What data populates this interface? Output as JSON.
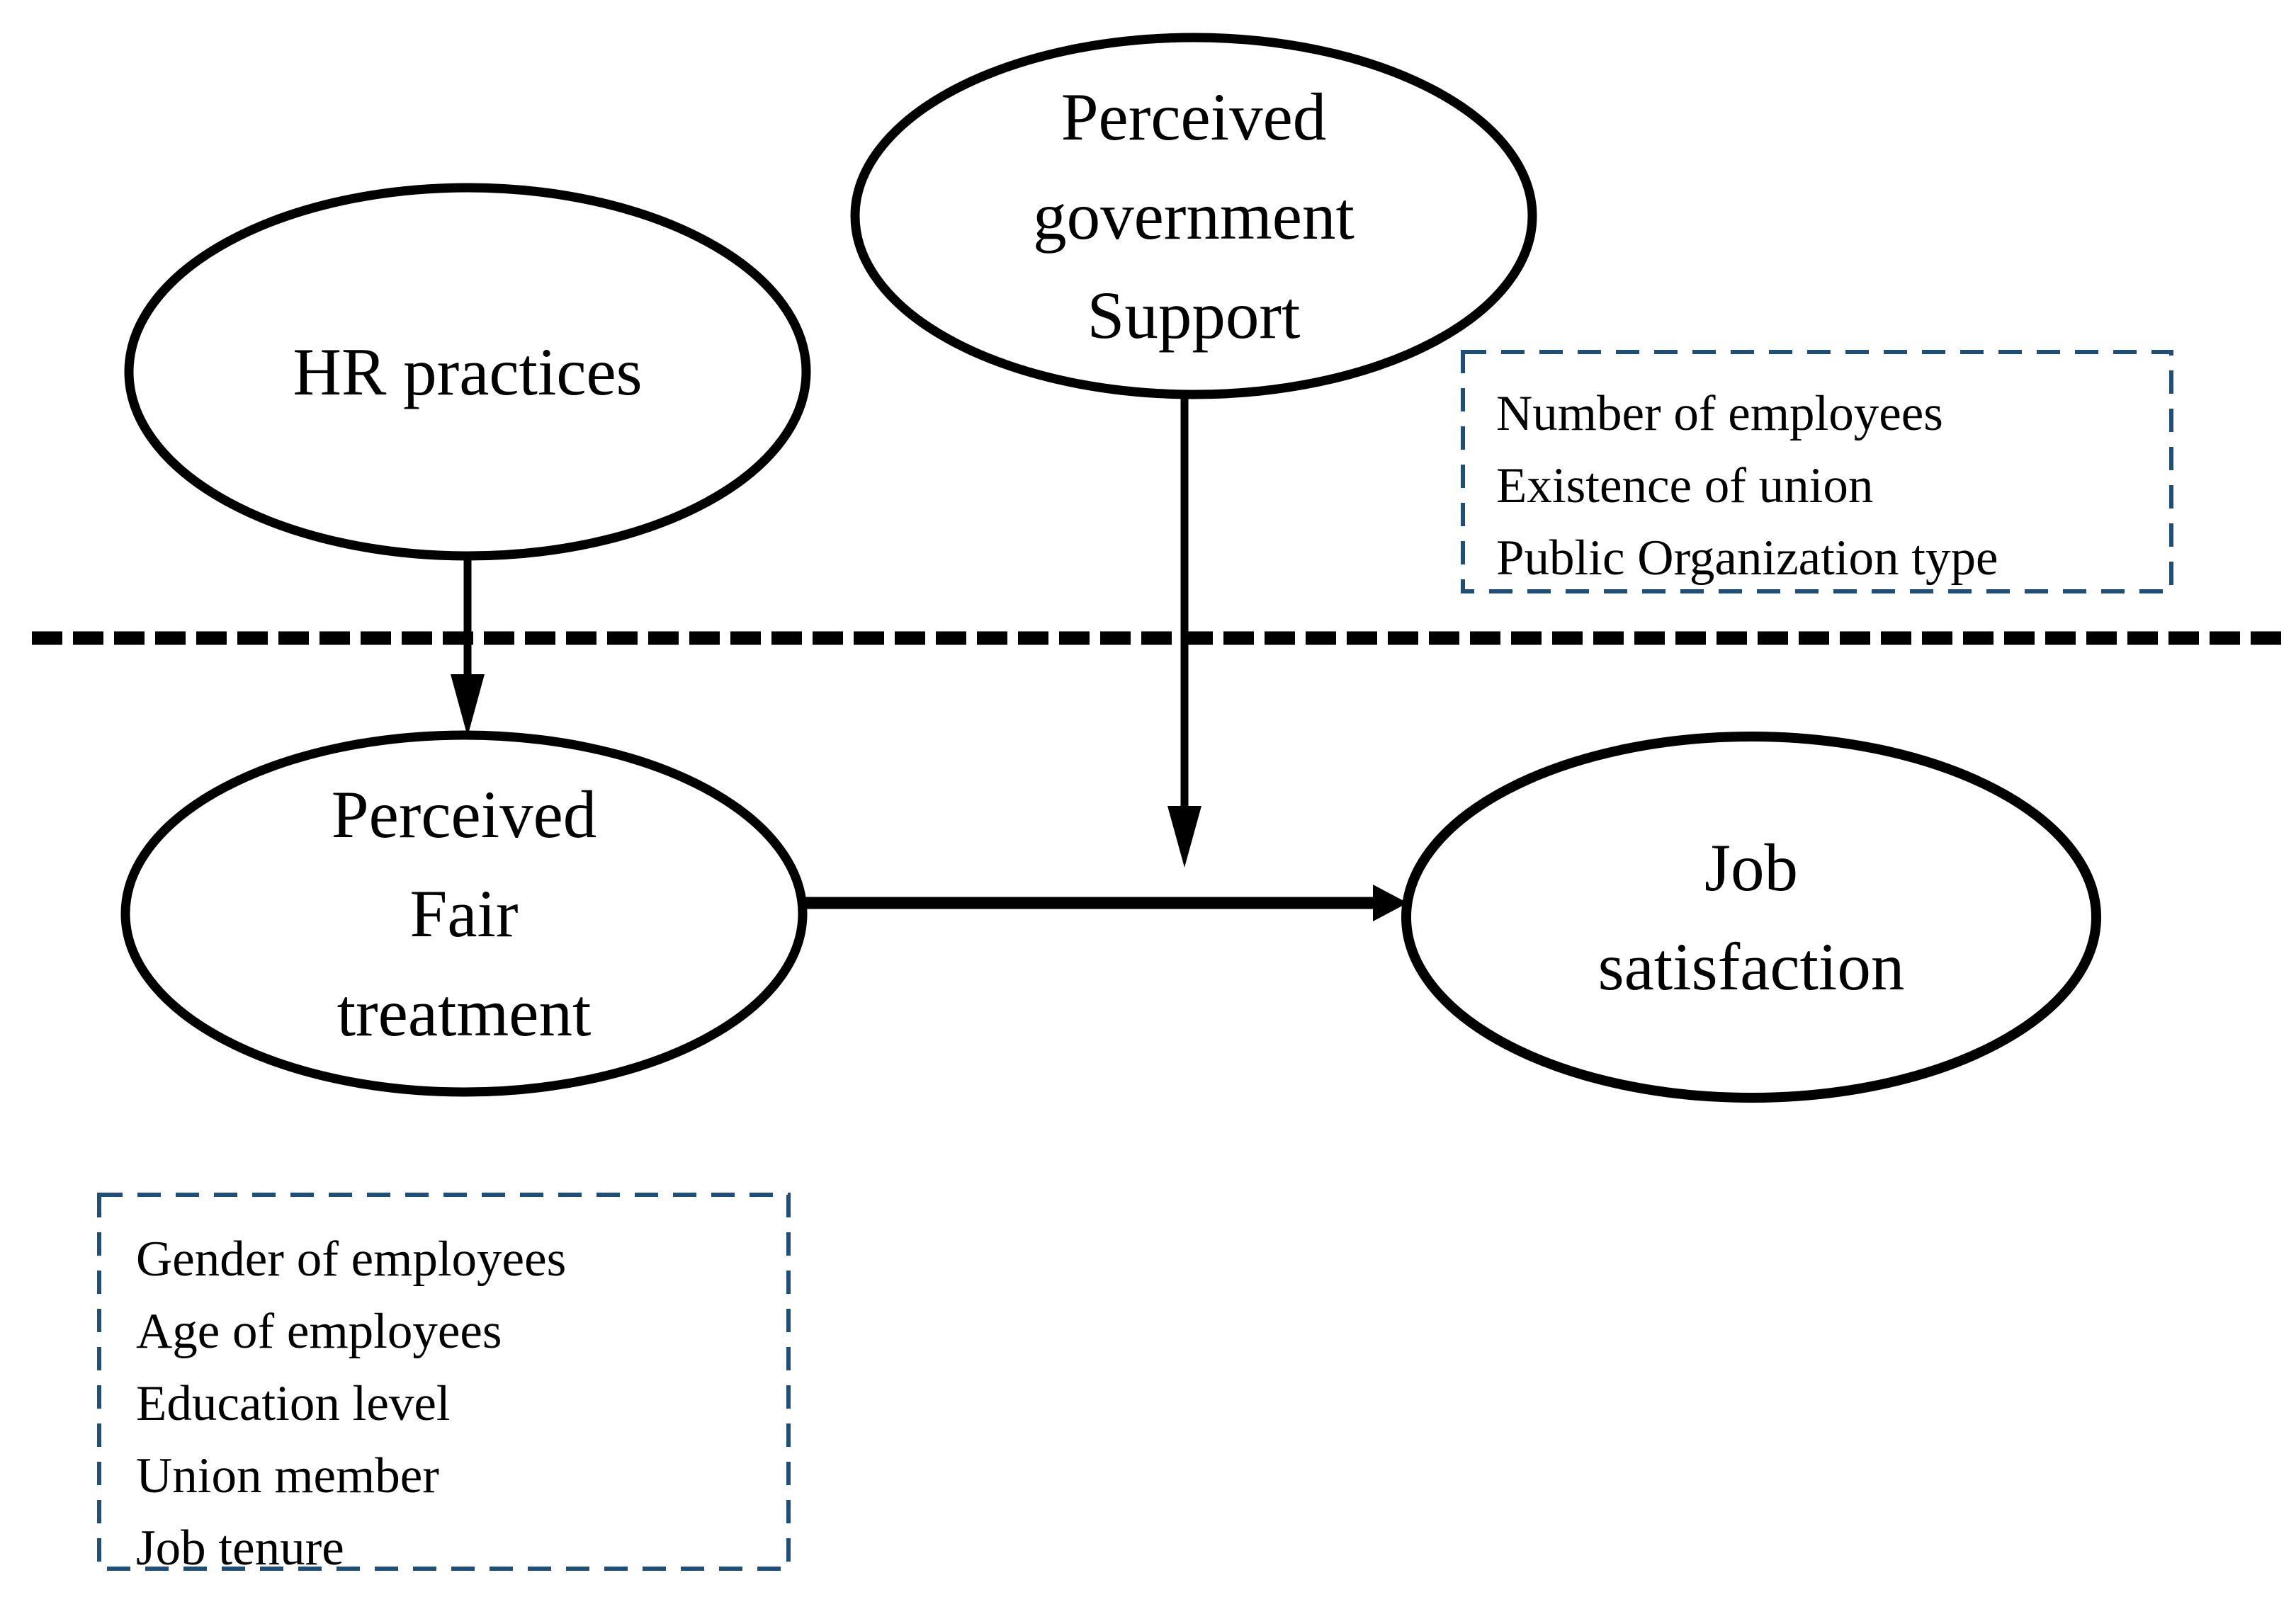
{
  "diagram": {
    "title_hint": "Research model: HR practices and perceived government support on job satisfaction",
    "nodes": {
      "hr_practices": {
        "label": "HR practices"
      },
      "perceived_government_support": {
        "label": "Perceived\ngovernment\nSupport"
      },
      "perceived_fair_treatment": {
        "label": "Perceived\nFair\ntreatment"
      },
      "job_satisfaction": {
        "label": "Job\nsatisfaction"
      }
    },
    "edges": [
      {
        "from": "hr_practices",
        "to": "perceived_fair_treatment",
        "style": "solid-arrow"
      },
      {
        "from": "perceived_government_support",
        "to": "path_fair_treatment_to_job_satisfaction",
        "style": "solid-arrow"
      },
      {
        "from": "perceived_fair_treatment",
        "to": "job_satisfaction",
        "style": "solid-arrow"
      }
    ],
    "separator": {
      "style": "dashed-horizontal-line",
      "color": "#000000"
    },
    "control_boxes": {
      "organization_controls": {
        "items": [
          "Number of employees",
          "Existence of union",
          "Public Organization type"
        ]
      },
      "employee_controls": {
        "items": [
          "Gender of employees",
          "Age of employees",
          "Education level",
          "Union member",
          "Job tenure"
        ]
      }
    },
    "colors": {
      "stroke": "#000000",
      "dashed_box_border": "#1f4e79",
      "background": "#ffffff"
    }
  }
}
